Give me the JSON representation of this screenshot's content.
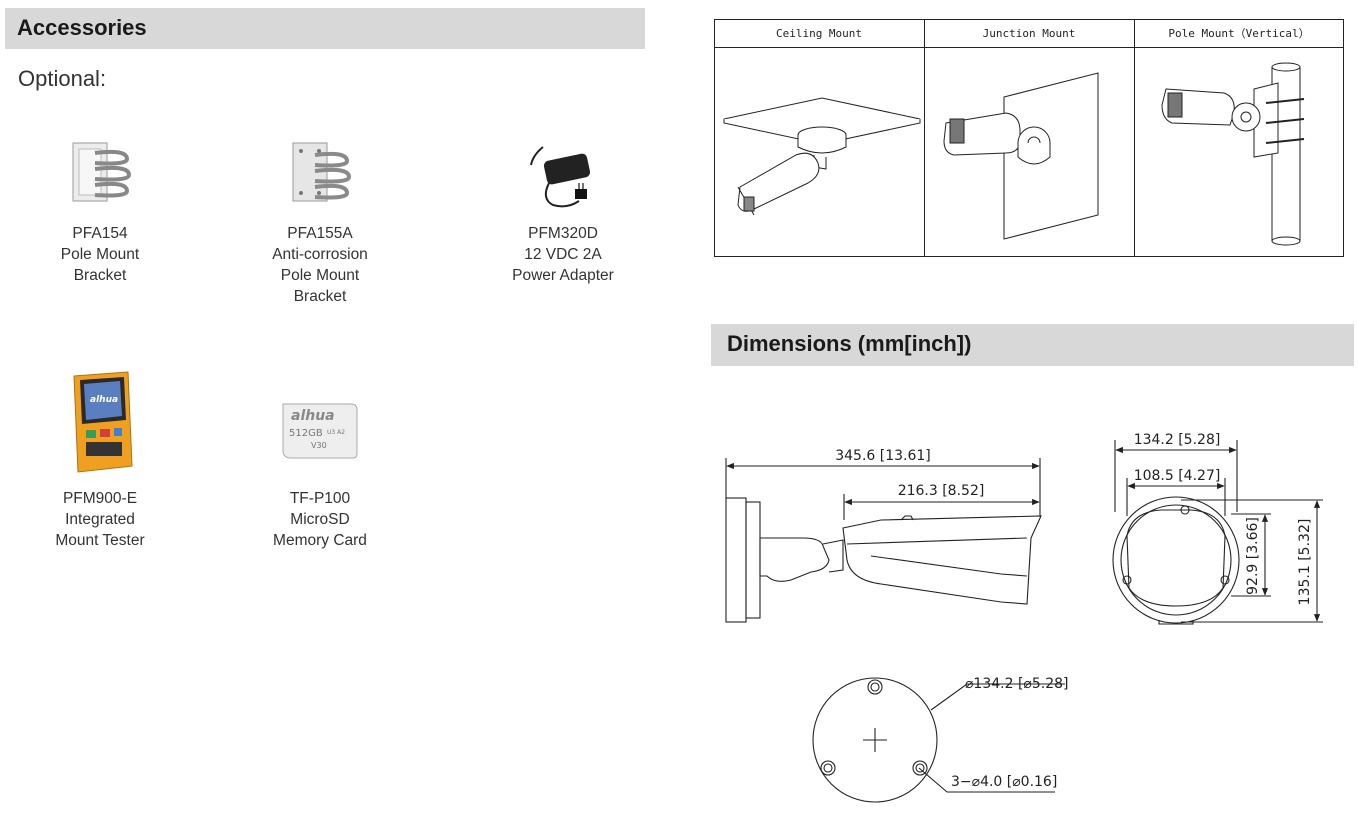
{
  "accessories": {
    "title": "Accessories",
    "optional_label": "Optional:",
    "items": [
      {
        "model": "PFA154",
        "lines": [
          "Pole Mount",
          "Bracket"
        ],
        "icon": "pole-mount-bracket-icon"
      },
      {
        "model": "PFA155A",
        "lines": [
          "Anti-corrosion",
          "Pole Mount",
          "Bracket"
        ],
        "icon": "anti-corrosion-bracket-icon"
      },
      {
        "model": "PFM320D",
        "lines": [
          "12 VDC 2A",
          "Power Adapter"
        ],
        "icon": "power-adapter-icon"
      },
      {
        "model": "PFM900-E",
        "lines": [
          "Integrated",
          "Mount Tester"
        ],
        "icon": "mount-tester-icon"
      },
      {
        "model": "TF-P100",
        "lines": [
          "MicroSD",
          "Memory Card"
        ],
        "icon": "microsd-card-icon"
      }
    ],
    "tester_brand": "alhua",
    "card_brand": "alhua",
    "card_capacity": "512GB",
    "card_class": "U3 A2",
    "card_speed": "V30"
  },
  "mounts": {
    "headers": [
      "Ceiling Mount",
      "Junction Mount",
      "Pole Mount（Vertical）"
    ]
  },
  "dimensions": {
    "title": "Dimensions (mm[inch])",
    "side": {
      "total": "345.6 [13.61]",
      "body": "216.3 [8.52]"
    },
    "front": {
      "width_outer": "134.2 [5.28]",
      "width_inner": "108.5 [4.27]",
      "height_inner": "92.9 [3.66]",
      "height_outer": "135.1 [5.32]"
    },
    "base": {
      "diameter": "⌀134.2 [⌀5.28]",
      "holes": "3−⌀4.0 [⌀0.16]"
    }
  },
  "colors": {
    "section_bar": "#d8d8d8",
    "tester_orange": "#f0a020",
    "line": "#222222"
  }
}
